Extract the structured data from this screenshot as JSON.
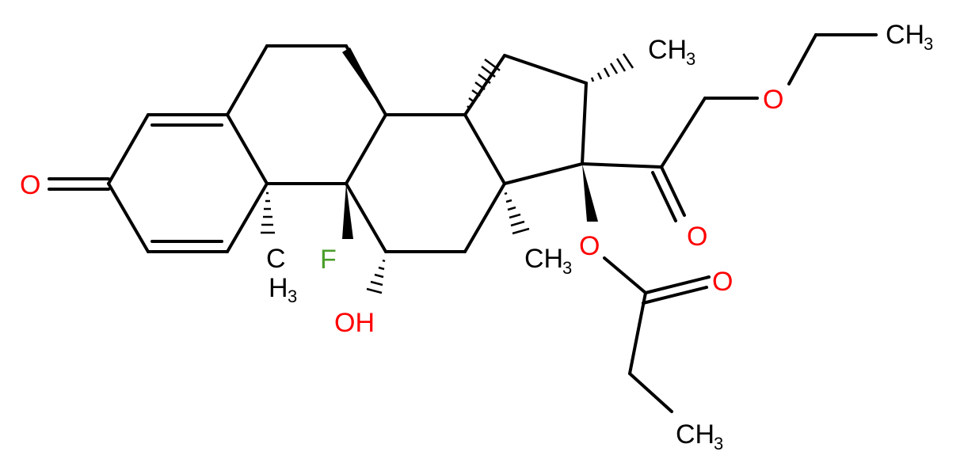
{
  "atoms": {
    "ketone_o": {
      "text": "O",
      "color": "#ff0000"
    },
    "fluorine": {
      "text": "F",
      "color": "#4a9e2a"
    },
    "hydroxyl": {
      "text": "OH",
      "color": "#ff0000"
    },
    "methyl_c10": {
      "main": "C",
      "sub": "H",
      "sub_index": "3",
      "color": "#000000"
    },
    "methyl_c13": {
      "main": "CH",
      "sub": "3",
      "color": "#000000"
    },
    "methyl_c16": {
      "main": "CH",
      "sub": "3",
      "color": "#000000"
    },
    "ether_o": {
      "text": "O",
      "color": "#ff0000"
    },
    "ethyl_ch3": {
      "main": "CH",
      "sub": "3",
      "color": "#000000"
    },
    "carbonyl_o20": {
      "text": "O",
      "color": "#ff0000"
    },
    "ester_o": {
      "text": "O",
      "color": "#ff0000"
    },
    "ester_carbonyl_o": {
      "text": "O",
      "color": "#ff0000"
    },
    "propionyl_ch3": {
      "main": "CH",
      "sub": "3",
      "color": "#000000"
    }
  }
}
